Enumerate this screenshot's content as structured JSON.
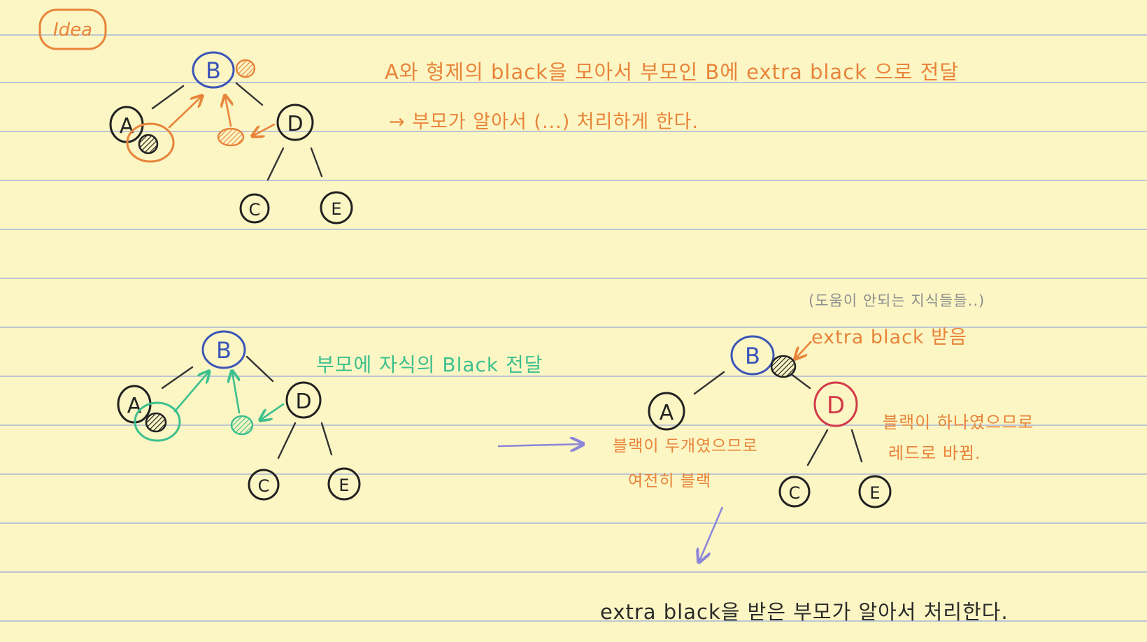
{
  "title_tag": "Idea",
  "top": {
    "nodes": {
      "B": "B",
      "A": "A",
      "D": "D",
      "C": "C",
      "E": "E"
    },
    "note_line1": "A와 형제의 black을 모아서 부모인 B에 extra black 으로 전달",
    "note_line2": "→ 부모가 알아서 (...) 처리하게 한다."
  },
  "middle_left": {
    "nodes": {
      "B": "B",
      "A": "A",
      "D": "D",
      "C": "C",
      "E": "E"
    },
    "note": "부모에 자식의 Black 전달"
  },
  "middle_right": {
    "nodes": {
      "B": "B",
      "A": "A",
      "D": "D",
      "C": "C",
      "E": "E"
    },
    "gray_note": "(도움이 안되는 지식들들..)",
    "extra_note": "extra black 받음",
    "left_note_line1": "블랙이 두개였으므로",
    "left_note_line2": "여전히 블랙",
    "right_note_line1": "블랙이 하나였으므로",
    "right_note_line2": "레드로 바뀜."
  },
  "bottom_note": "extra black을 받은 부모가 알아서 처리한다.",
  "colors": {
    "paper": "#fbf6c4",
    "rule": "#a9b6d6",
    "orange": "#e8843a",
    "teal": "#3cc08e",
    "blue": "#3b55b8",
    "red": "#d23a4a",
    "purple": "#8c86d8",
    "ink": "#2a2a2a",
    "gray": "#8e8e8e"
  }
}
